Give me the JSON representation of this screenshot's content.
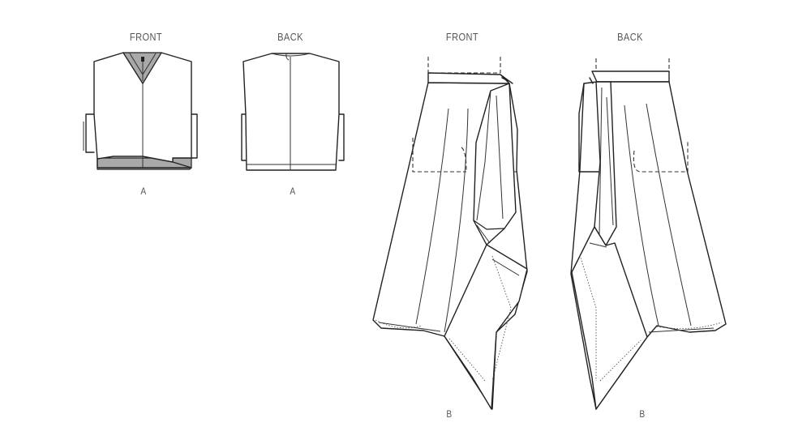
{
  "garments": {
    "top_front": {
      "view": "FRONT",
      "code": "A"
    },
    "top_back": {
      "view": "BACK",
      "code": "A"
    },
    "skirt_front": {
      "view": "FRONT",
      "code": "B"
    },
    "skirt_back": {
      "view": "BACK",
      "code": "B"
    }
  },
  "colors": {
    "line": "#222222",
    "lining": "#a9a9a9",
    "label": "#555555"
  }
}
